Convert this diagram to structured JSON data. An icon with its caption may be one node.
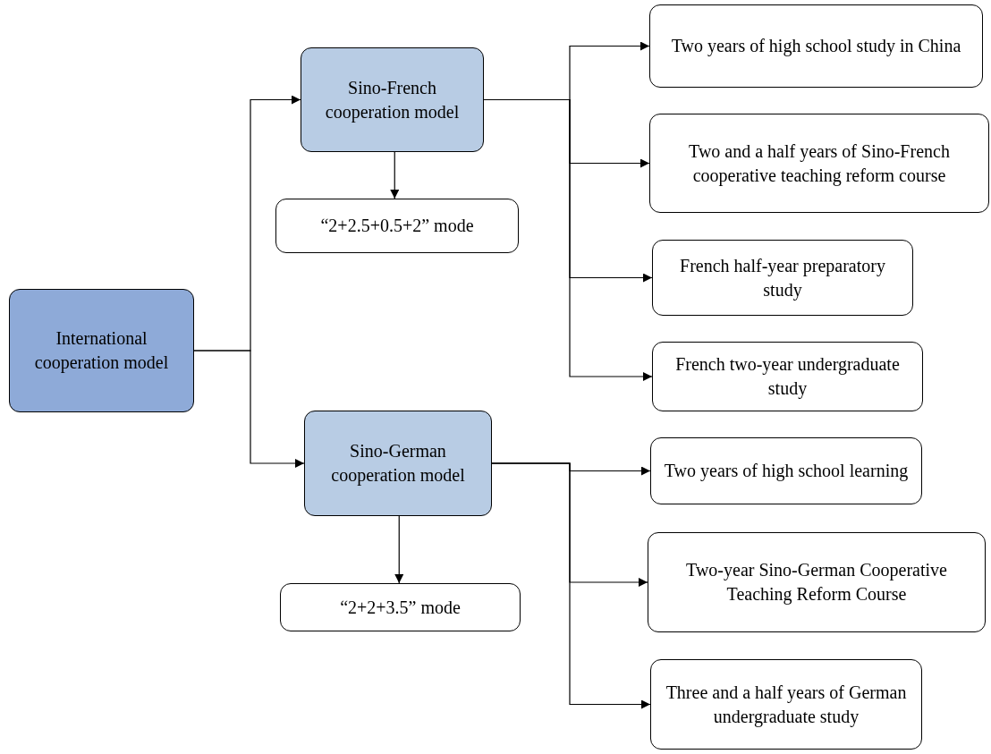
{
  "diagram": {
    "nodes": [
      {
        "text": [
          "International cooperation model"
        ]
      },
      {
        "text": [
          "Sino-French cooperation model"
        ]
      },
      {
        "text": [
          "“2+2.5+0.5+2” mode"
        ]
      },
      {
        "text": [
          "Two years of high school study in China"
        ]
      },
      {
        "text": [
          "Two and a half years of Sino-French cooperative teaching reform course"
        ]
      },
      {
        "text": [
          "French half-year preparatory study"
        ]
      },
      {
        "text": [
          "French two-year undergraduate study"
        ]
      },
      {
        "text": [
          "Sino-German cooperation model"
        ]
      },
      {
        "text": [
          "“2+2+3.5” mode"
        ]
      },
      {
        "text": [
          "Two years of high school learning"
        ]
      },
      {
        "text": [
          "Two-year Sino-German Cooperative Teaching Reform Course"
        ]
      },
      {
        "text": [
          "Three and a half years of German undergraduate study"
        ]
      }
    ],
    "edges": [
      {
        "from": 0,
        "to": 1,
        "arrow": "to"
      },
      {
        "from": 0,
        "to": 7,
        "arrow": "to"
      },
      {
        "from": 1,
        "to": 2,
        "arrow": "to"
      },
      {
        "from": 1,
        "to": 3,
        "arrow": "to"
      },
      {
        "from": 1,
        "to": 4,
        "arrow": "to"
      },
      {
        "from": 1,
        "to": 5,
        "arrow": "to"
      },
      {
        "from": 1,
        "to": 6,
        "arrow": "to"
      },
      {
        "from": 7,
        "to": 8,
        "arrow": "to"
      },
      {
        "from": 7,
        "to": 9,
        "arrow": "to"
      },
      {
        "from": 7,
        "to": 10,
        "arrow": "to"
      },
      {
        "from": 7,
        "to": 11,
        "arrow": "to"
      }
    ]
  }
}
